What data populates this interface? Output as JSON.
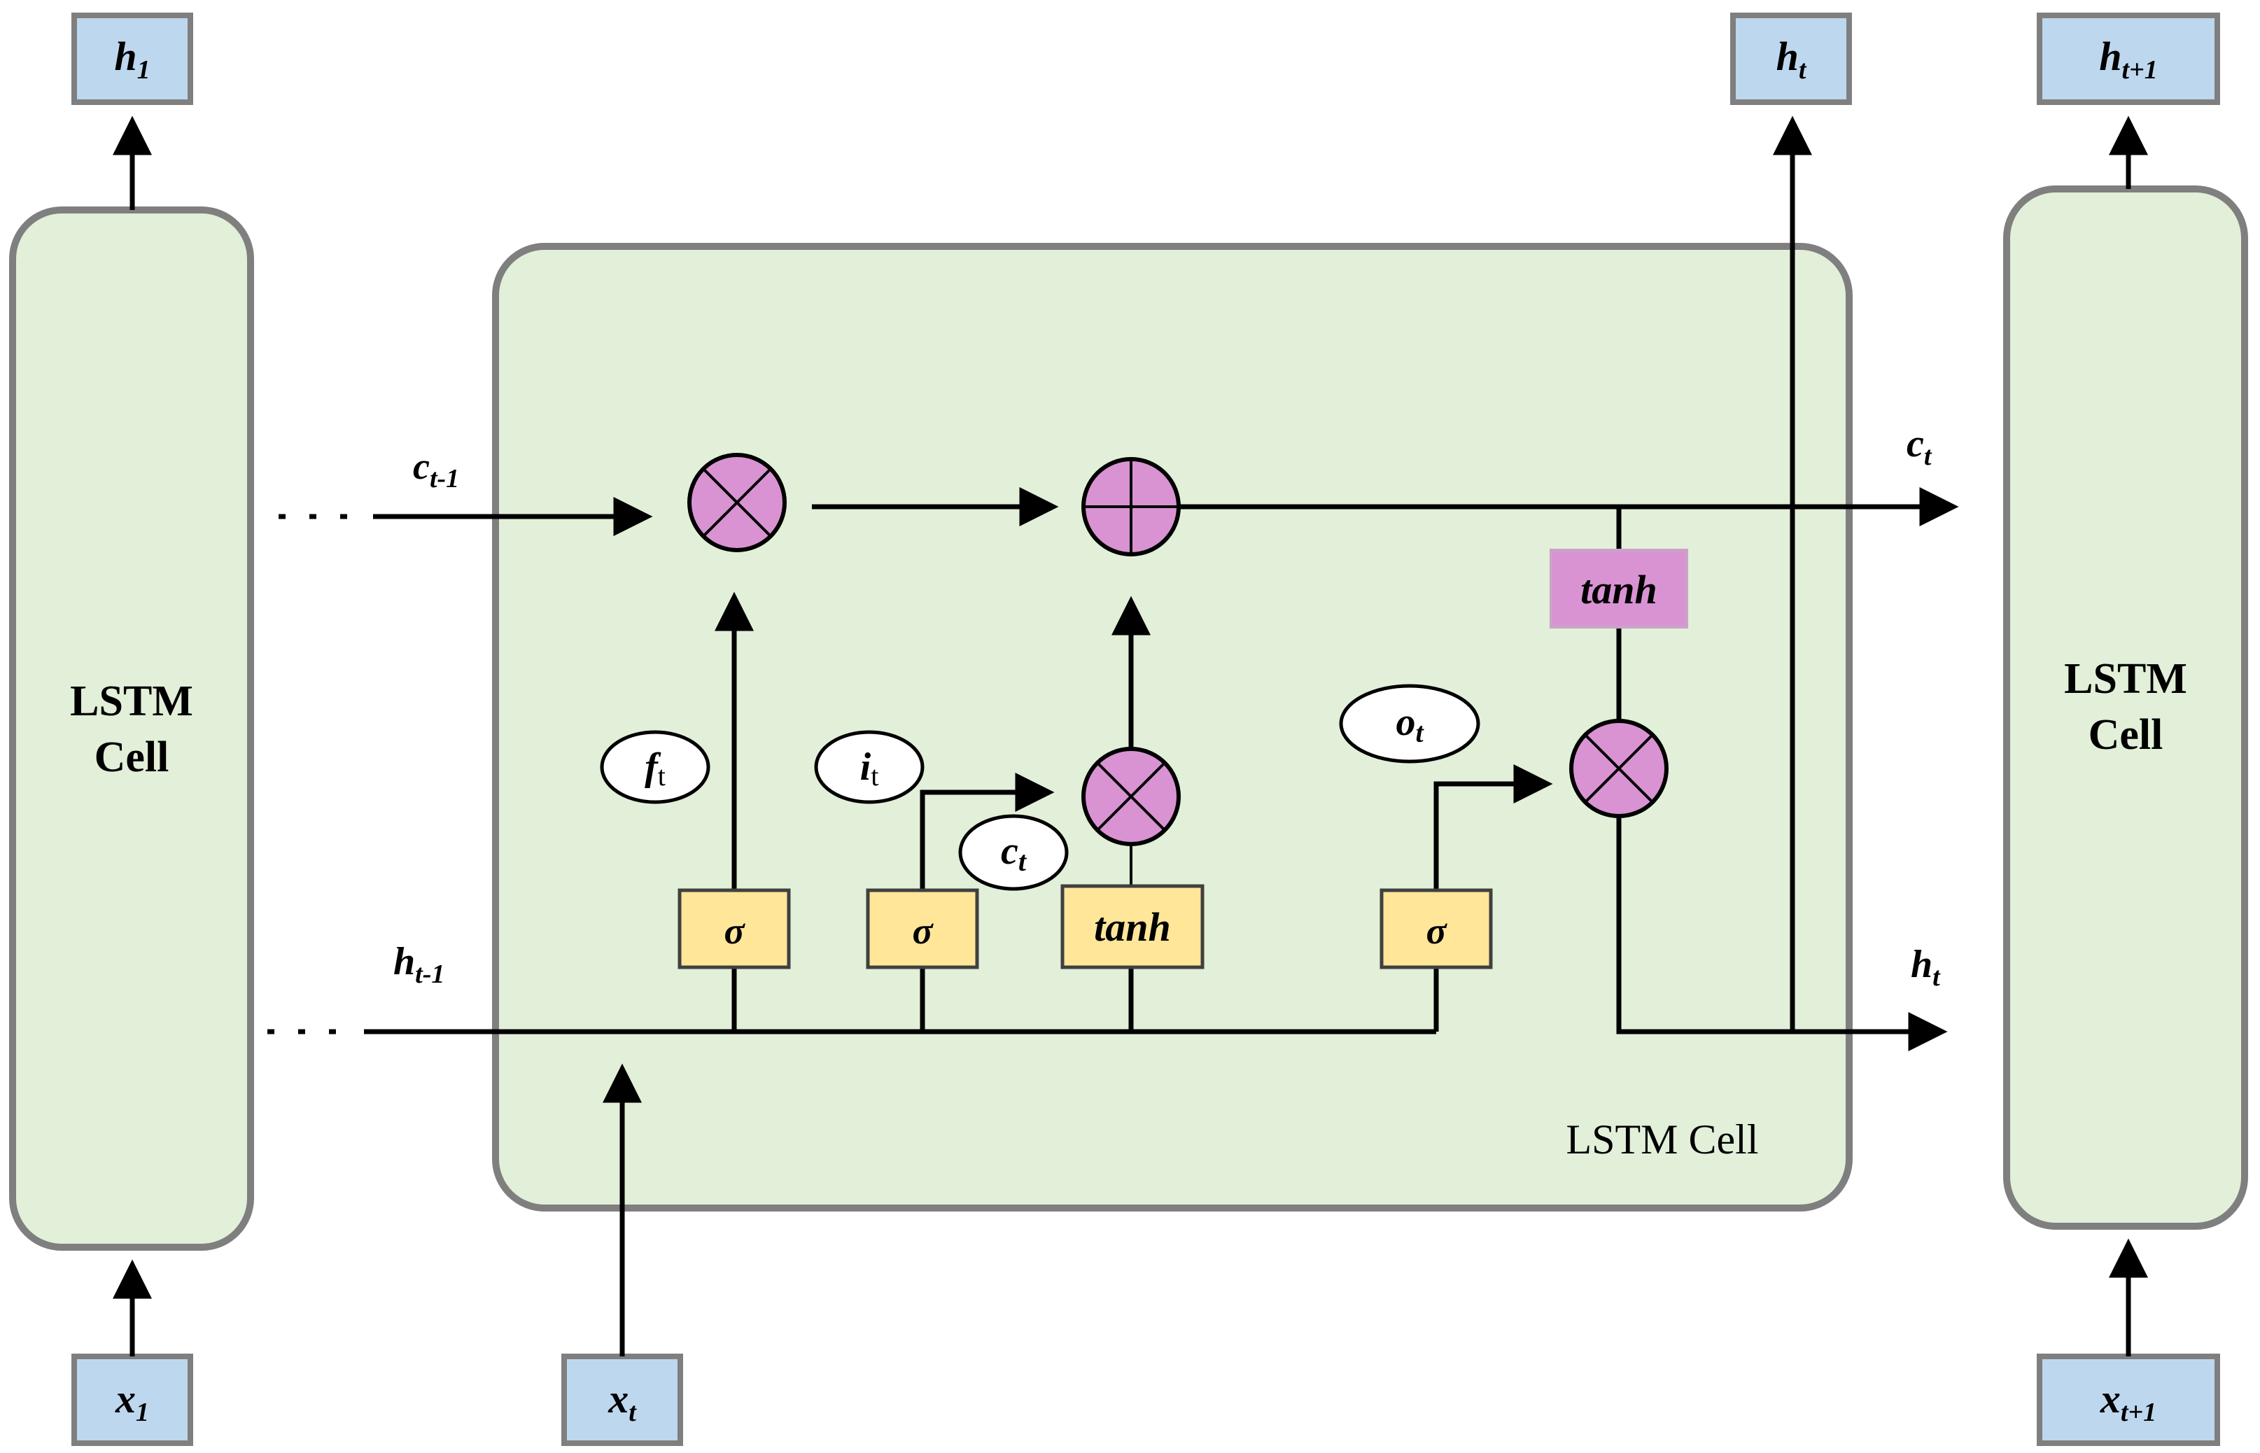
{
  "outputs": {
    "h1": {
      "base": "h",
      "sub": "1"
    },
    "ht": {
      "base": "h",
      "sub": "t"
    },
    "ht1": {
      "base": "h",
      "sub": "t+1"
    }
  },
  "inputs": {
    "x1": {
      "base": "x",
      "sub": "1"
    },
    "xt": {
      "base": "x",
      "sub": "t"
    },
    "xt1": {
      "base": "x",
      "sub": "t+1"
    }
  },
  "cells": {
    "left": {
      "line1": "LSTM",
      "line2": "Cell"
    },
    "right": {
      "line1": "LSTM",
      "line2": "Cell"
    },
    "center_label": "LSTM Cell"
  },
  "signals": {
    "c_prev": {
      "base": "c",
      "sub": "t-1"
    },
    "h_prev": {
      "base": "h",
      "sub": "t-1"
    },
    "c_out": {
      "base": "c",
      "sub": "t"
    },
    "h_out": {
      "base": "h",
      "sub": "t"
    }
  },
  "gates": {
    "f": {
      "base": "f",
      "sub": "t"
    },
    "i": {
      "base": "i",
      "sub": "t"
    },
    "c_tilde": {
      "base": "c",
      "sub": "t"
    },
    "o": {
      "base": "o",
      "sub": "t"
    }
  },
  "activations": {
    "sigma": "σ",
    "tanh": "tanh"
  },
  "colors": {
    "cell_fill": "#e2efd9",
    "io_fill": "#bdd7ee",
    "gate_fill": "#ffe699",
    "op_fill": "#d993d3"
  }
}
